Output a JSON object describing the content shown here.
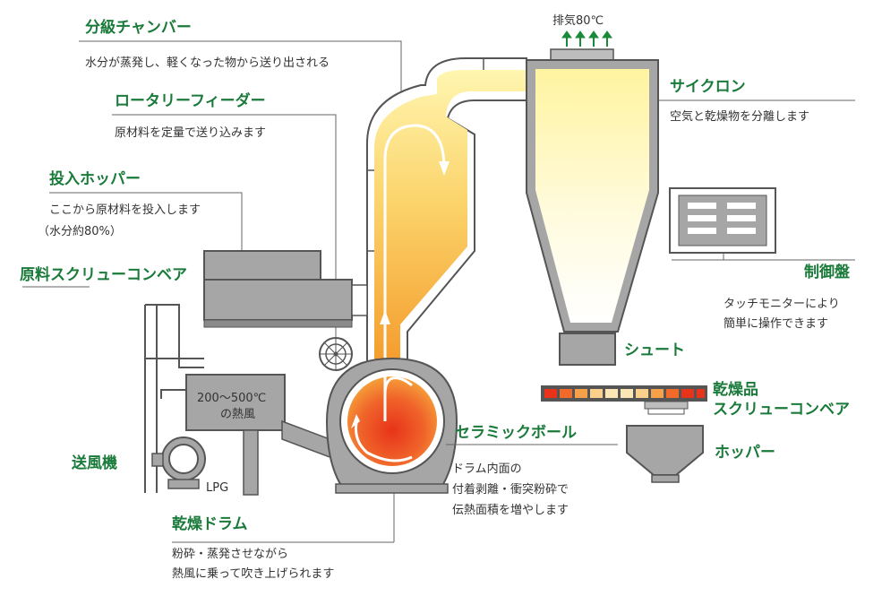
{
  "colors": {
    "title_green": "#1a7a3a",
    "arrow_green": "#1a8a3a",
    "machine_grey": "#a6a6a6",
    "machine_dark": "#4d4d4d",
    "flow_yellow": "#fff6b0",
    "flow_orange": "#f49a2a",
    "drum_core": "#e8331a"
  },
  "components": {
    "bunkenchamber": {
      "title": "分級チャンバー",
      "desc": "水分が蒸発し、軽くなった物から送り出される"
    },
    "rotary_feeder": {
      "title": "ロータリーフィーダー",
      "desc": "原材料を定量で送り込みます"
    },
    "hopper_in": {
      "title": "投入ホッパー",
      "desc_line1": "ここから原材料を投入します",
      "desc_line2": "（水分約80%）"
    },
    "screw_conveyor": {
      "title": "原料スクリューコンベア"
    },
    "blower": {
      "title": "送風機",
      "fuel": "LPG"
    },
    "hot_air": {
      "line1": "200〜500℃",
      "line2": "の熱風"
    },
    "dry_drum": {
      "title": "乾燥ドラム",
      "desc_line1": "粉砕・蒸発させながら",
      "desc_line2": "熱風に乗って吹き上げられます"
    },
    "ceramic_ball": {
      "title": "セラミックボール",
      "desc_line1": "ドラム内面の",
      "desc_line2": "付着剥離・衝突粉砕で",
      "desc_line3": "伝熱面積を増やします"
    },
    "cyclone": {
      "title": "サイクロン",
      "desc": "空気と乾燥物を分離します",
      "exhaust": "排気80℃"
    },
    "control_panel": {
      "title": "制御盤",
      "desc_line1": "タッチモニターにより",
      "desc_line2": "簡単に操作できます"
    },
    "chute": {
      "title": "シュート"
    },
    "product_conveyor": {
      "title_line1": "乾燥品",
      "title_line2": "スクリューコンベア"
    },
    "hopper_out": {
      "title": "ホッパー"
    }
  }
}
